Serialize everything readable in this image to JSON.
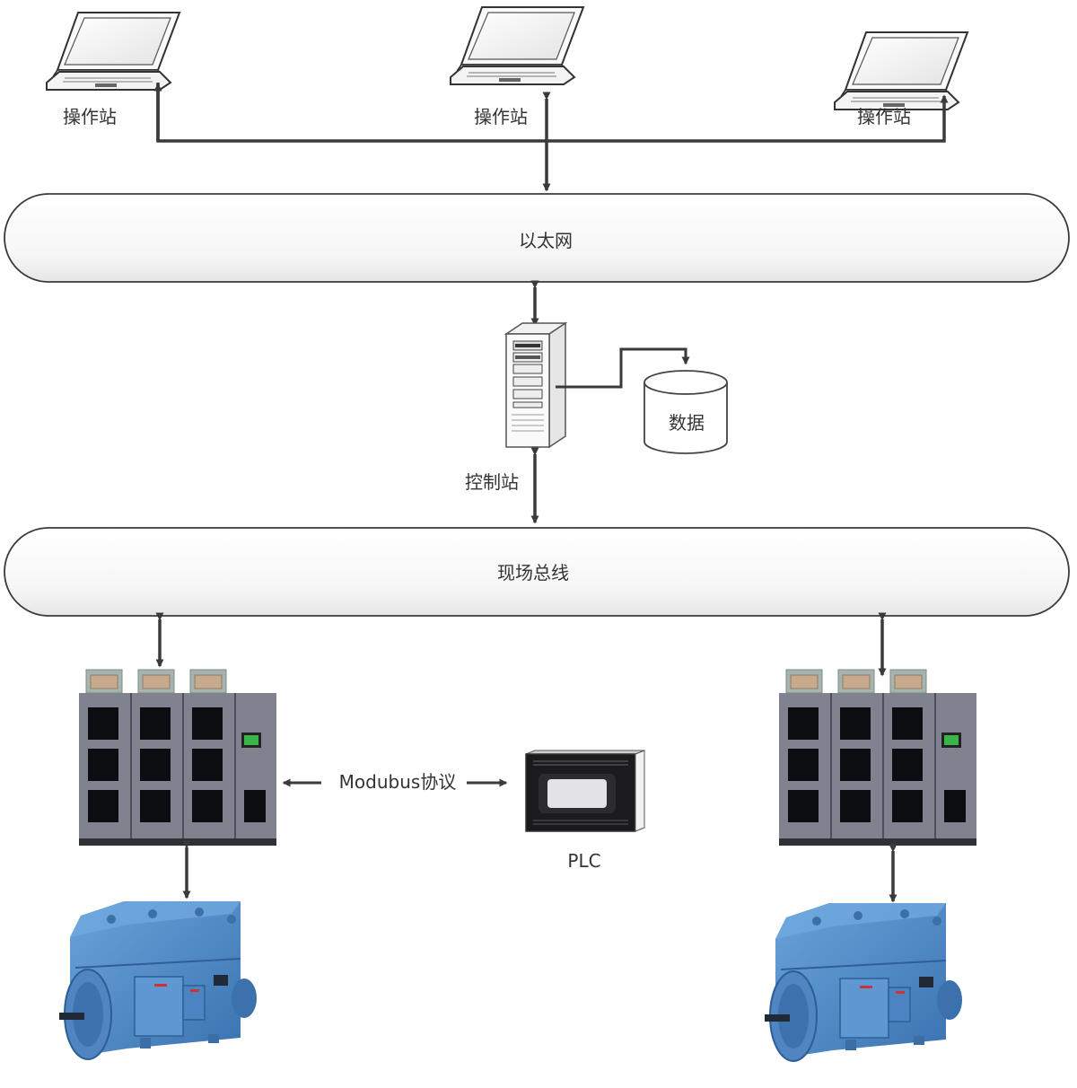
{
  "labels": {
    "operator_station_left": "操作站",
    "operator_station_center": "操作站",
    "operator_station_right": "操作站",
    "ethernet": "以太网",
    "data": "数据",
    "control_station": "控制站",
    "fieldbus": "现场总线",
    "protocol": "Modubus协议",
    "plc": "PLC"
  },
  "colors": {
    "line": "#3a3a3a",
    "bus_fill_top": "#ffffff",
    "bus_fill_bottom": "#e9e9e9",
    "cabinet": "#7c7f8c",
    "cabinet_dark": "#101216",
    "motor_blue": "#4a86c6",
    "indicator_green": "#3ab54a"
  },
  "icons": {
    "operator_station": "laptop-icon",
    "control_station": "server-tower-icon",
    "data": "database-cylinder-icon",
    "drive": "inverter-cabinet-icon",
    "motor": "electric-motor-icon",
    "plc": "plc-module-icon"
  }
}
